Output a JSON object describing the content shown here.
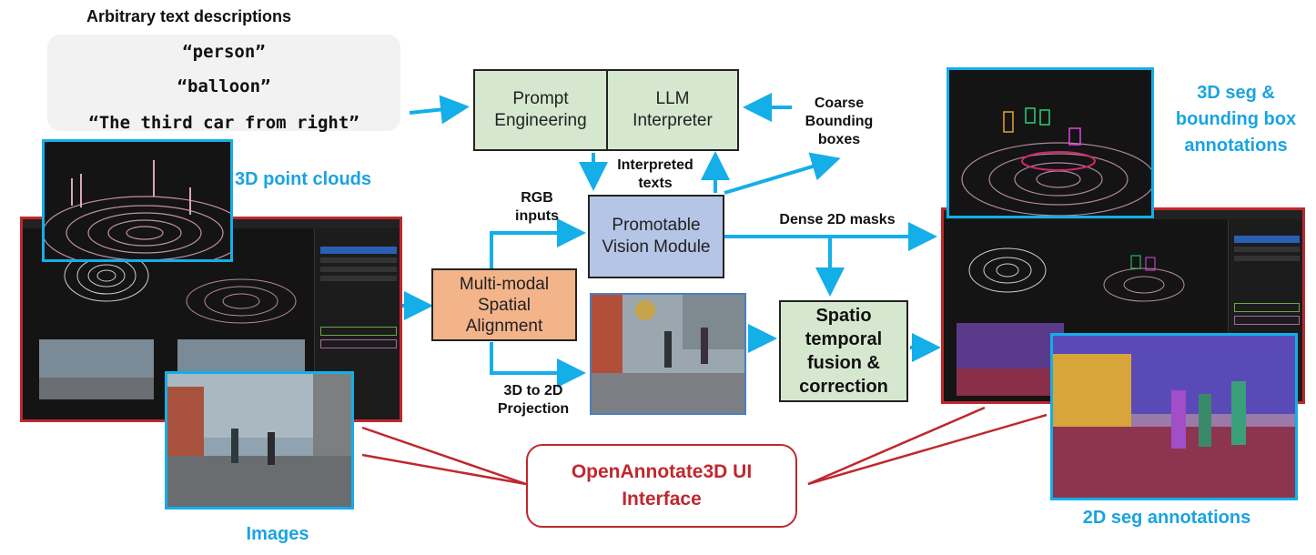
{
  "prompts": {
    "title": "Arbitrary text descriptions",
    "items": [
      "“person”",
      "“balloon”",
      "“The third car from right”"
    ]
  },
  "labels": {
    "point_clouds": "3D point clouds",
    "images": "Images",
    "seg3d": "3D seg & bounding box annotations",
    "seg2d": "2D seg annotations",
    "interpreted": "Interpreted texts",
    "rgb": "RGB inputs",
    "projection": "3D to 2D Projection",
    "coarse": "Coarse Bounding boxes",
    "dense": "Dense 2D masks"
  },
  "boxes": {
    "prompt_engineering": "Prompt Engineering",
    "llm_interpreter": "LLM Interpreter",
    "vision_module": "Promotable Vision Module",
    "spatial_alignment": "Multi-modal Spatial Alignment",
    "fusion": "Spatio temporal fusion & correction",
    "ui": "OpenAnnotate3D UI Interface"
  },
  "colors": {
    "arrow": "#14aee8",
    "ui_red": "#c0272d",
    "green": "#d5e8cf",
    "blue": "#b4c5e6",
    "orange": "#f3b48a"
  }
}
